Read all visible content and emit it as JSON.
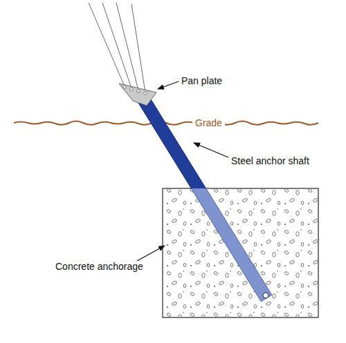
{
  "diagram": {
    "labels": [
      "Pan plate",
      "Grade",
      "Steel anchor shaft",
      "Concrete anchorage"
    ]
  }
}
